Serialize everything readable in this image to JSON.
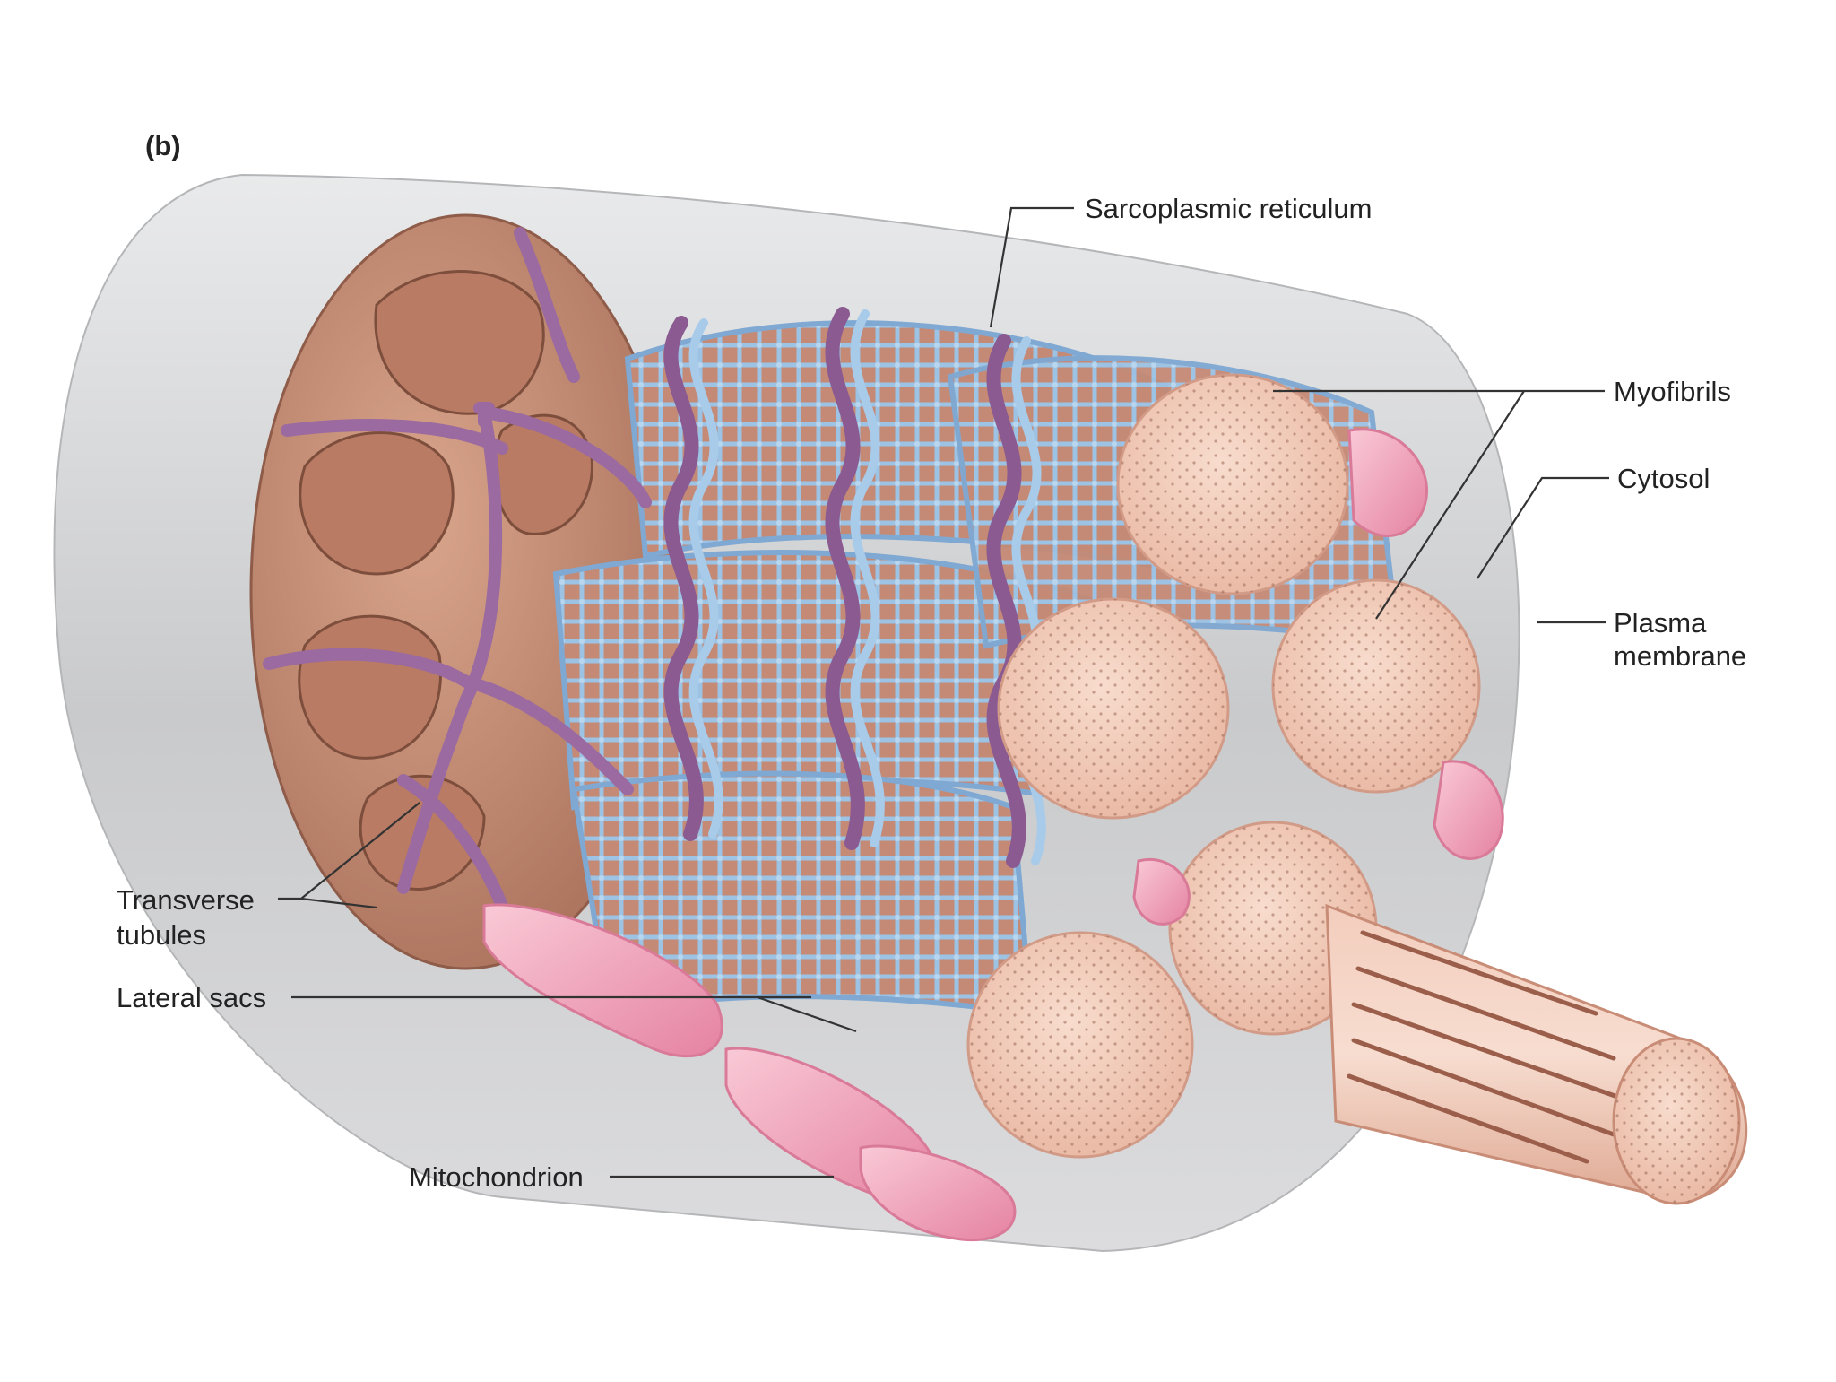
{
  "figure": {
    "panel_label": "(b)",
    "labels": {
      "sarcoplasmic_reticulum": "Sarcoplasmic reticulum",
      "myofibrils": "Myofibrils",
      "cytosol": "Cytosol",
      "plasma_membrane_line1": "Plasma",
      "plasma_membrane_line2": "membrane",
      "transverse_tubules_line1": "Transverse",
      "transverse_tubules_line2": "tubules",
      "lateral_sacs": "Lateral sacs",
      "mitochondrion": "Mitochondrion"
    }
  },
  "colors": {
    "membrane_gray": "#cfd0d2",
    "fiber_tan": "#c8927a",
    "myofibril_pink": "#f2c7b4",
    "reticulum_blue": "#8fb6dc",
    "ttubule_purple": "#8a5a91",
    "mitochondrion_pink": "#ef9fb5",
    "leader_line": "#333333"
  }
}
